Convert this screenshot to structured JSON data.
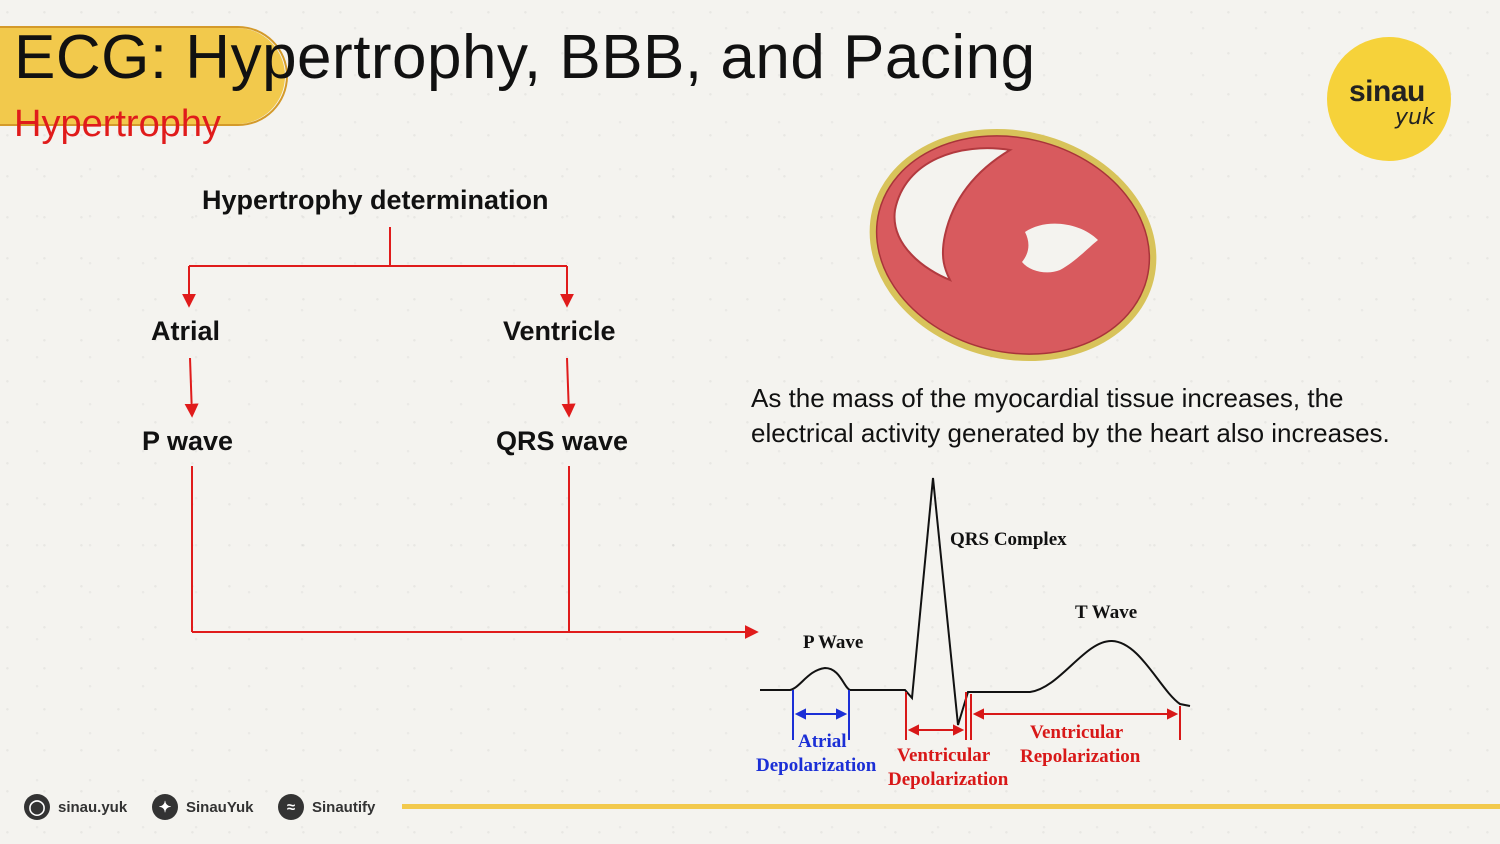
{
  "slide": {
    "title": "ECG: Hypertrophy, BBB, and Pacing",
    "subtitle": "Hypertrophy"
  },
  "logo": {
    "line1": "sinau",
    "line2": "yuk"
  },
  "flow": {
    "root": "Hypertrophy determination",
    "left": "Atrial",
    "right": "Ventricle",
    "left_child": "P wave",
    "right_child": "QRS wave"
  },
  "description": {
    "line1": "As the mass of the myocardial tissue increases, the",
    "line2": "electrical activity generated by the heart also increases."
  },
  "ecg": {
    "qrs": "QRS Complex",
    "t_wave": "T Wave",
    "p_wave": "P Wave",
    "atrial": "Atrial",
    "atrial_dep": "Depolarization",
    "vent1": "Ventricular",
    "vent1_dep": "Depolarization",
    "vent2": "Ventricular",
    "vent2_rep": "Repolarization"
  },
  "footer": {
    "instagram": "sinau.yuk",
    "twitter": "SinauYuk",
    "spotify": "Sinautify"
  },
  "colors": {
    "accent": "#f2c94c",
    "arrow": "#e01b1b",
    "atrial_marker": "#1b2fd6",
    "ventricular_marker": "#d81818"
  }
}
